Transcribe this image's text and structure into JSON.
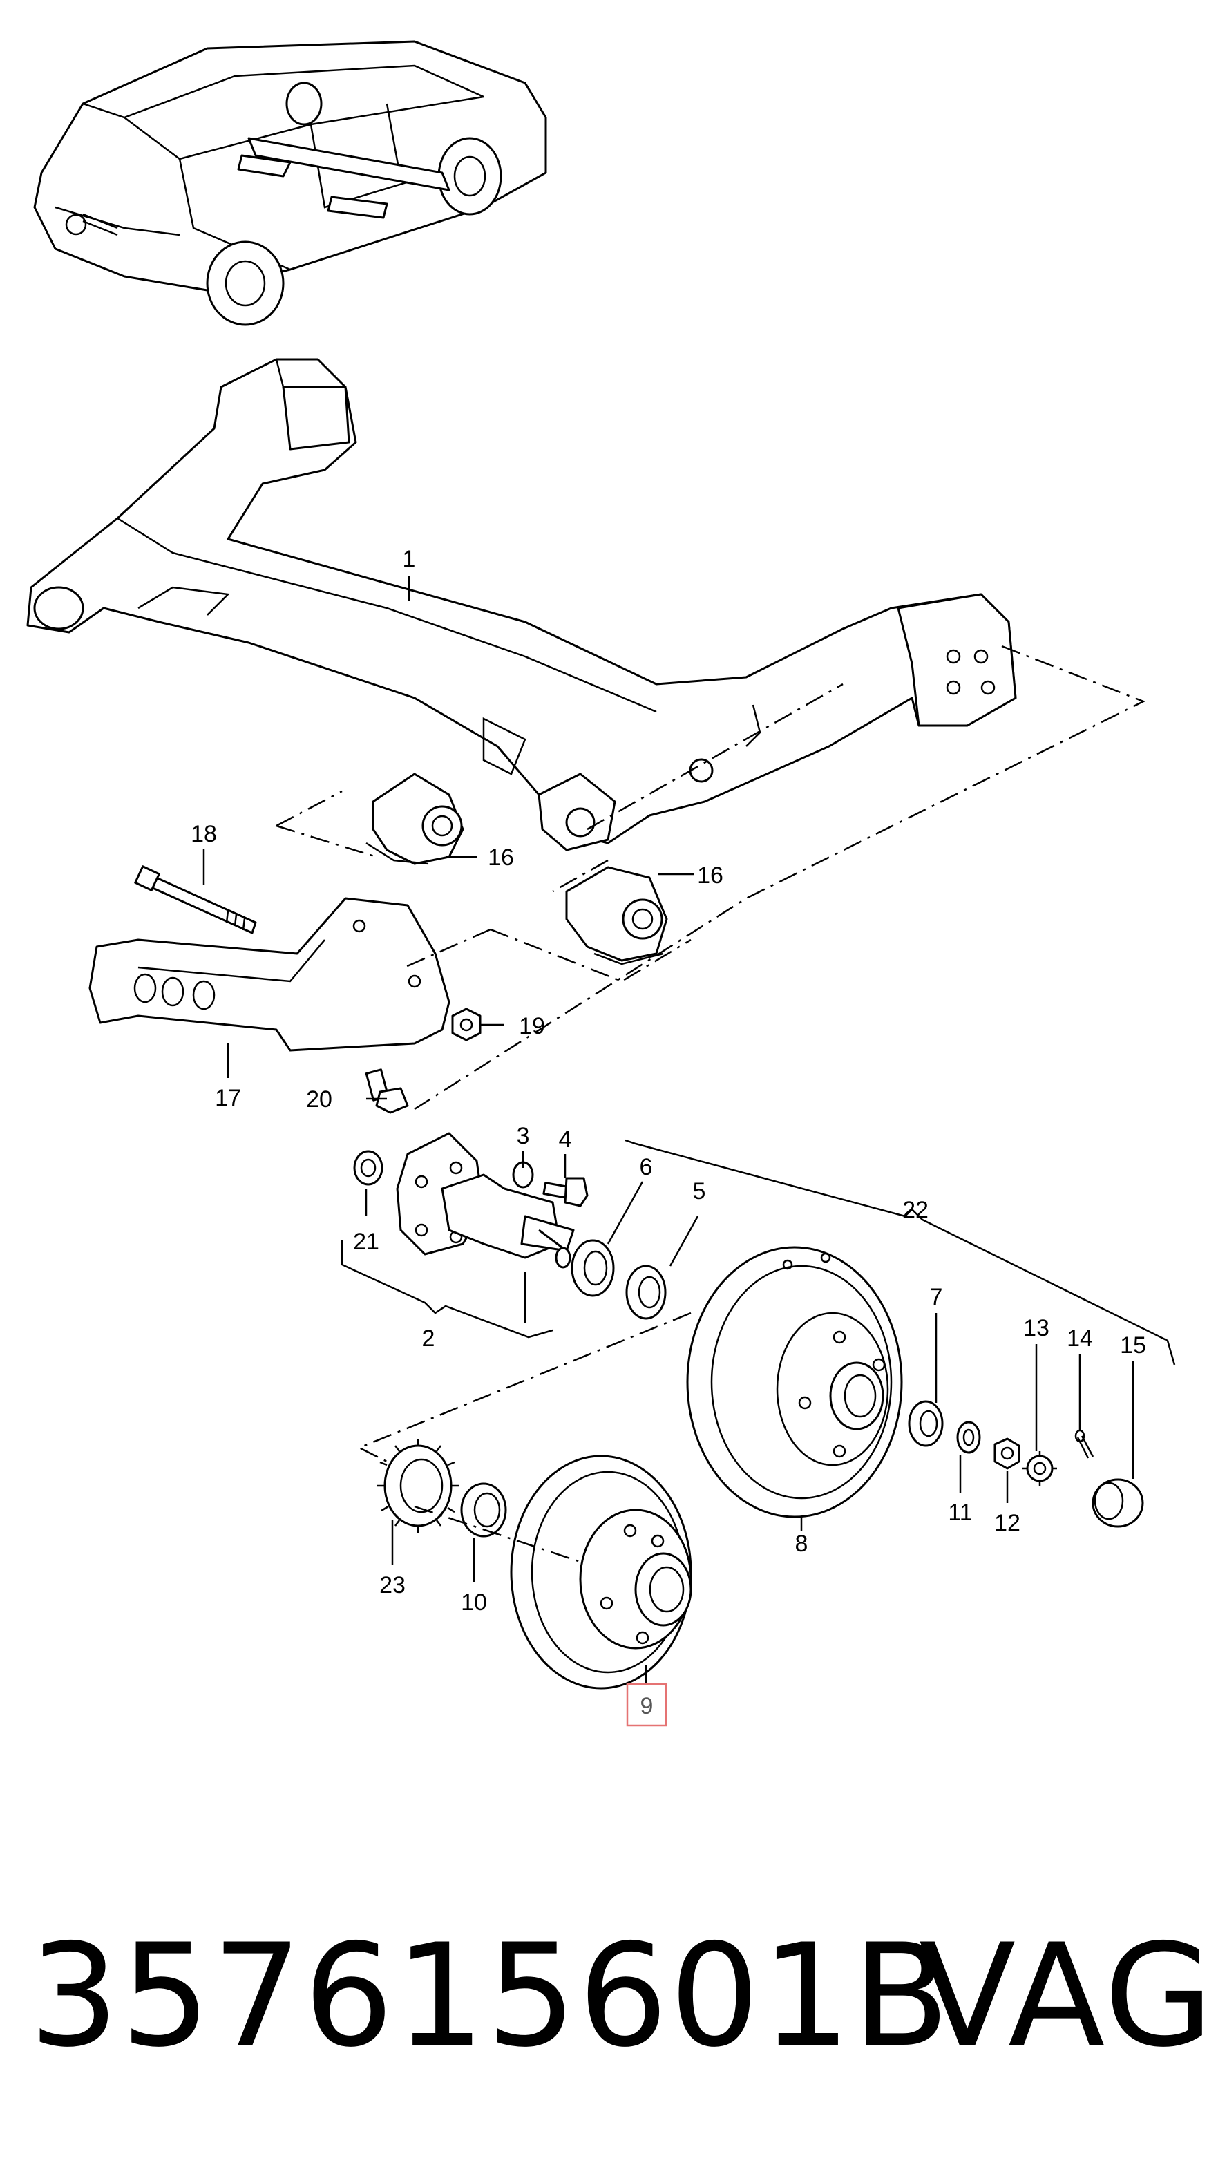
{
  "callouts": {
    "c1": "1",
    "c2": "2",
    "c3": "3",
    "c4": "4",
    "c5": "5",
    "c6": "6",
    "c7": "7",
    "c8": "8",
    "c9": "9",
    "c10": "10",
    "c11": "11",
    "c12": "12",
    "c13": "13",
    "c14": "14",
    "c15": "15",
    "c16a": "16",
    "c16b": "16",
    "c17": "17",
    "c18": "18",
    "c19": "19",
    "c20": "20",
    "c21": "21",
    "c22": "22",
    "c23": "23"
  },
  "highlighted_callout": "9",
  "highlight_color": "#e57373",
  "caption": {
    "part_number": "357615601B",
    "brand": "VAG"
  }
}
